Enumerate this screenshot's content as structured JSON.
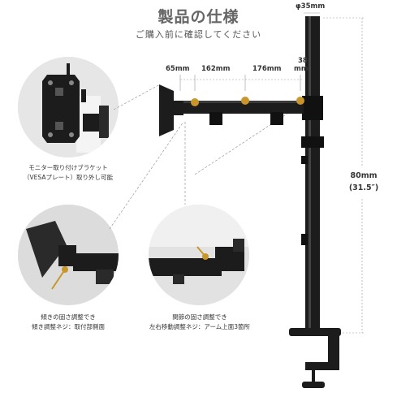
{
  "header": {
    "title": "製品の仕様",
    "subtitle": "ご購入前に確認してください"
  },
  "dimensions": {
    "pole_diameter": "φ35mm",
    "bracket_offset": "65mm",
    "arm_segment_1": "162mm",
    "arm_segment_2": "176mm",
    "arm_end": "38",
    "arm_end_unit": "mm",
    "pole_height_mm": "80mm",
    "pole_height_in": "(31.5″)"
  },
  "captions": {
    "vesa_line1": "モニター取り付けブラケット",
    "vesa_line2": "（VESAプレート）取り外し可能",
    "tilt_line1": "傾きの固さ調整でき",
    "tilt_line2": "傾き調整ネジ：取付部側面",
    "joint_line1": "関節の固さ調整でき",
    "joint_line2": "左右移動調整ネジ：アーム上面3箇所"
  },
  "colors": {
    "metal": "#1c1c1c",
    "knob": "#c8962a",
    "guide_line": "#888888"
  }
}
